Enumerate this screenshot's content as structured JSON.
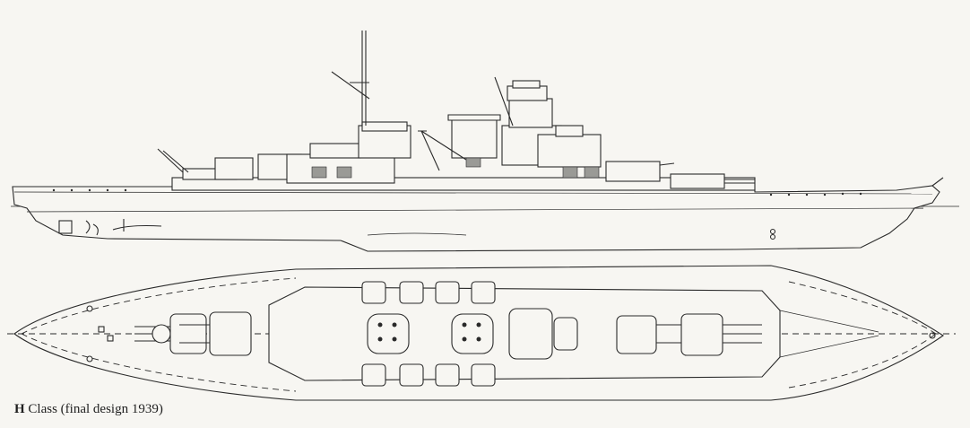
{
  "plate": {
    "caption_class": "H",
    "caption_rest": "Class (final design 1939)"
  },
  "colors": {
    "paper": "#f7f6f2",
    "ink": "#2a2a2a"
  },
  "icons": {
    "profile": "ship-side-elevation",
    "plan": "ship-deck-plan"
  }
}
